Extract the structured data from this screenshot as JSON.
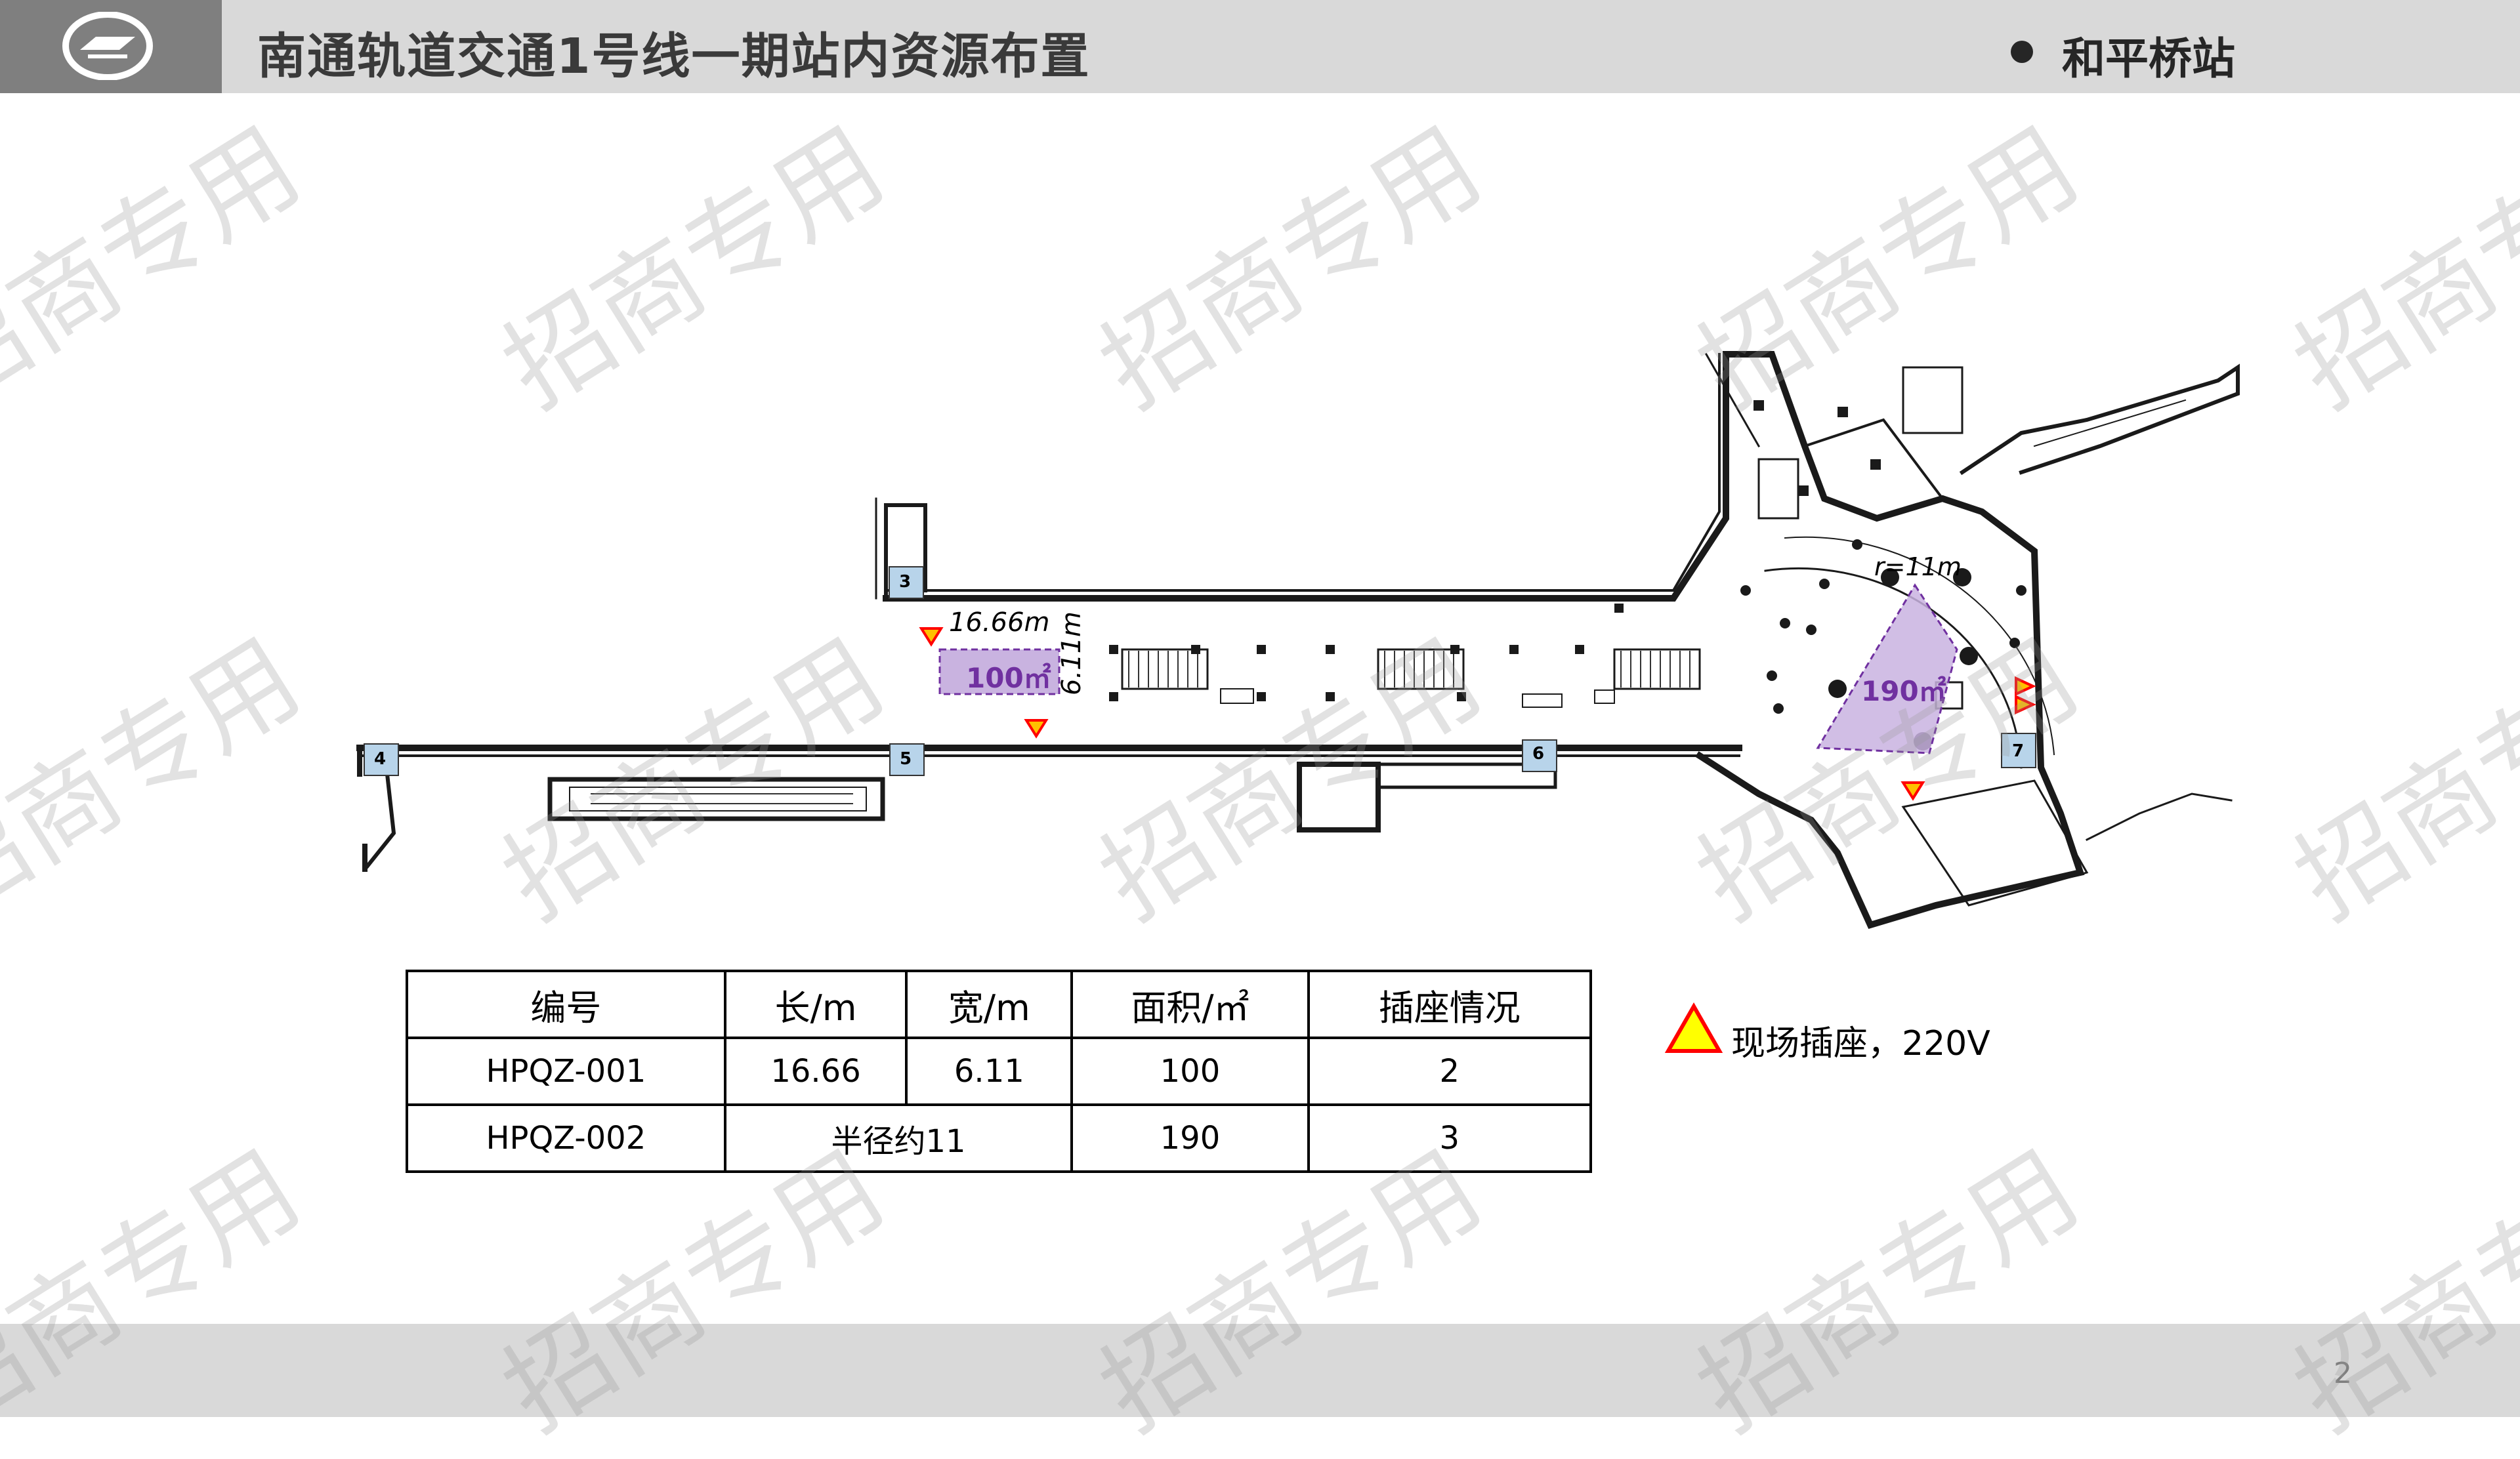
{
  "header": {
    "title": "南通轨道交通1号线一期站内资源布置",
    "station": "和平桥站"
  },
  "watermark": "招商专用",
  "plan": {
    "entrances": [
      "3",
      "4",
      "5",
      "6",
      "7"
    ],
    "area1_label": "100㎡",
    "area1_length": "16.66m",
    "area1_width": "6.11m",
    "area2_label": "190㎡",
    "area2_radius": "r=11m"
  },
  "table": {
    "headers": [
      "编号",
      "长/m",
      "宽/m",
      "面积/㎡",
      "插座情况"
    ],
    "row1": {
      "id": "HPQZ-001",
      "length": "16.66",
      "width": "6.11",
      "area": "100",
      "sockets": "2"
    },
    "row2": {
      "id": "HPQZ-002",
      "dims": "半径约11",
      "area": "190",
      "sockets": "3"
    }
  },
  "legend": {
    "text": "现场插座，220V"
  },
  "footer": {
    "page": "2"
  },
  "colors": {
    "header_bg": "#d9d9d9",
    "logo_bg": "#7f7f7f",
    "area_fill": "#c9b3e0",
    "area_text": "#7030a0",
    "socket_fill": "#ffc000",
    "socket_stroke": "#ff0000",
    "entrance_fill": "#b8d4ea"
  },
  "icons": [
    "logo-icon",
    "socket-triangle-icon",
    "bullet-dot-icon"
  ]
}
